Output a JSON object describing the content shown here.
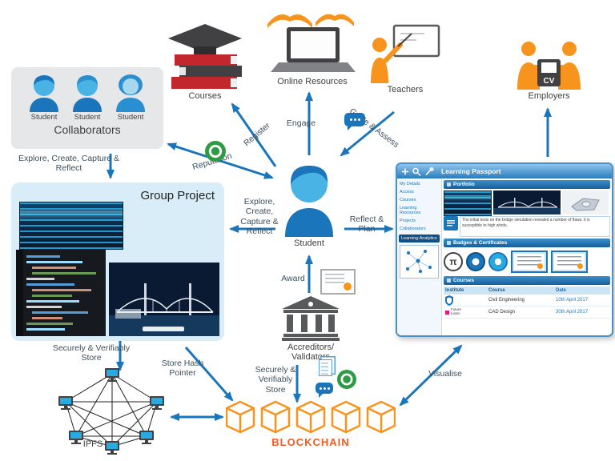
{
  "colors": {
    "arrow": "#1b75bb",
    "orange": "#f7941e",
    "blockchain": "#f15a24",
    "text-dark": "#414042",
    "label": "#3d4f5c",
    "blue-light": "#29abe2",
    "box-gray": "#e6e7e8",
    "box-blue": "#d9edf8",
    "green": "#2e9b44",
    "pink": "#e2197a",
    "win-blue": "#2a7bbd"
  },
  "nodes": {
    "courses": "Courses",
    "online_resources": "Online Resources",
    "teachers": "Teachers",
    "employers": "Employers",
    "employers_cv": "CV",
    "student": "Student",
    "ipfs": "IPFS",
    "blockchain": "BLOCKCHAIN",
    "accreditors_line1": "Accreditors/",
    "accreditors_line2": "Validators"
  },
  "collaborators": {
    "student1": "Student",
    "student2": "Student",
    "student3": "Student",
    "title": "Collaborators",
    "caption": "Explore, Create, Capture & Reflect"
  },
  "group_project": {
    "title": "Group Project"
  },
  "edges": {
    "register": "Register",
    "engage": "Engage",
    "guide_assess": "Guide & Assess",
    "reputation": "Reputation",
    "explore": "Explore, Create, Capture & Reflect",
    "reflect_plan": "Reflect & Plan",
    "award": "Award",
    "store_left": "Securely & Verifiably Store",
    "store_hash": "Store Hash Pointer",
    "store_right": "Securely & Verifiably Store",
    "visualise": "Visualise"
  },
  "passport": {
    "title": "Learning Passport",
    "sidebar": [
      "My Details",
      "Access",
      "Courses",
      "Learning Resources",
      "Projects",
      "Collaborators"
    ],
    "analytics_button": "Learning Analytics",
    "portfolio_header": "Portfolio",
    "badges_header": "Badges & Certificates",
    "courses_header": "Courses",
    "badge_pi": "π",
    "note": "The initial tests on the bridge simulation revealed a number of flaws. It is susceptible to high winds.",
    "table": {
      "col_institute": "Institute",
      "col_course": "Course",
      "col_date": "Date",
      "row1_course": "Civil Engineering",
      "row1_date": "10th April 2017",
      "row2_institute": "Future Learn",
      "row2_course": "CAD Design",
      "row2_date": "30th April 2017"
    }
  }
}
